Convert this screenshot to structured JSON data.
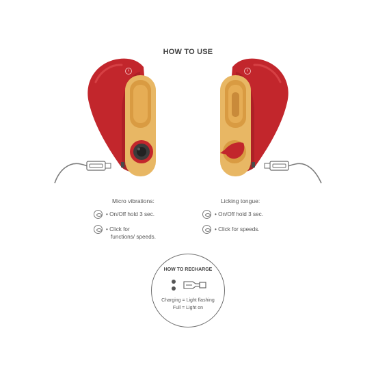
{
  "title": "HOW TO USE",
  "left": {
    "heading": "Micro vibrations:",
    "step1": "• On/Off hold 3 sec.",
    "step2_line1": "• Click for",
    "step2_line2": "functions/ speeds."
  },
  "right": {
    "heading": "Licking tongue:",
    "step1": "• On/Off hold 3 sec.",
    "step2": "• Click for speeds."
  },
  "recharge": {
    "title": "HOW TO RECHARGE",
    "line1": "Charging = Light flashing",
    "line2": "Full = Light on"
  },
  "colors": {
    "device_red": "#c2262c",
    "device_red_dark": "#9e1c22",
    "panel_gold": "#e8b764",
    "panel_gold_light": "#f3d293",
    "text": "#555555"
  },
  "icons": [
    "power-icon",
    "function-button-icon",
    "usb-charger-icon",
    "charging-contacts-icon"
  ]
}
